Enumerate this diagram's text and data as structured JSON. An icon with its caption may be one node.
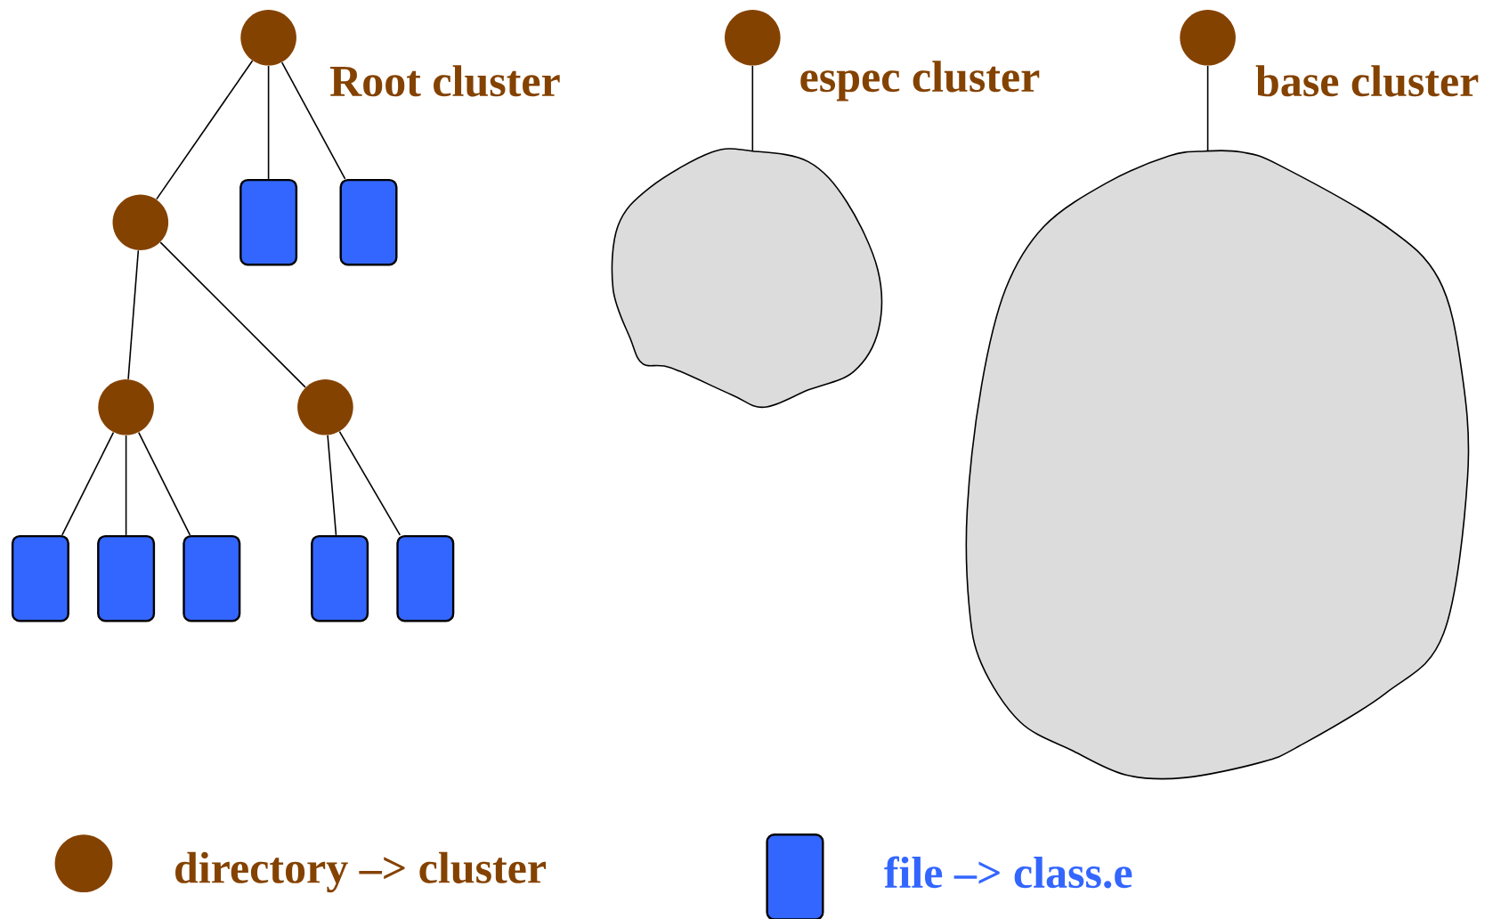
{
  "diagram": {
    "nodes": [
      {
        "text": [],
        "shape": "circle",
        "beside": [
          "Root cluster"
        ]
      },
      {
        "text": [],
        "shape": "box"
      },
      {
        "text": [],
        "shape": "box"
      },
      {
        "text": [],
        "shape": "circle"
      },
      {
        "text": [],
        "shape": "circle"
      },
      {
        "text": [],
        "shape": "circle"
      },
      {
        "text": [],
        "shape": "box"
      },
      {
        "text": [],
        "shape": "box"
      },
      {
        "text": [],
        "shape": "box"
      },
      {
        "text": [],
        "shape": "box"
      },
      {
        "text": [],
        "shape": "box"
      },
      {
        "text": [],
        "shape": "circle",
        "beside": [
          "espec cluster"
        ]
      },
      {
        "text": [],
        "shape": "cloud"
      },
      {
        "text": [],
        "shape": "circle",
        "beside": [
          "base cluster"
        ]
      },
      {
        "text": [],
        "shape": "cloud"
      }
    ],
    "edges": [
      {
        "from": 0,
        "to": 3,
        "arrow": "none"
      },
      {
        "from": 0,
        "to": 1,
        "arrow": "none"
      },
      {
        "from": 0,
        "to": 2,
        "arrow": "none"
      },
      {
        "from": 3,
        "to": 4,
        "arrow": "none"
      },
      {
        "from": 3,
        "to": 5,
        "arrow": "none"
      },
      {
        "from": 4,
        "to": 6,
        "arrow": "none"
      },
      {
        "from": 4,
        "to": 7,
        "arrow": "none"
      },
      {
        "from": 4,
        "to": 8,
        "arrow": "none"
      },
      {
        "from": 5,
        "to": 9,
        "arrow": "none"
      },
      {
        "from": 5,
        "to": 10,
        "arrow": "none"
      },
      {
        "from": 11,
        "to": 12,
        "arrow": "none"
      },
      {
        "from": 13,
        "to": 14,
        "arrow": "none"
      }
    ],
    "legend": [
      {
        "text": "directory –> cluster"
      },
      {
        "text": "file –> class.e"
      }
    ]
  }
}
